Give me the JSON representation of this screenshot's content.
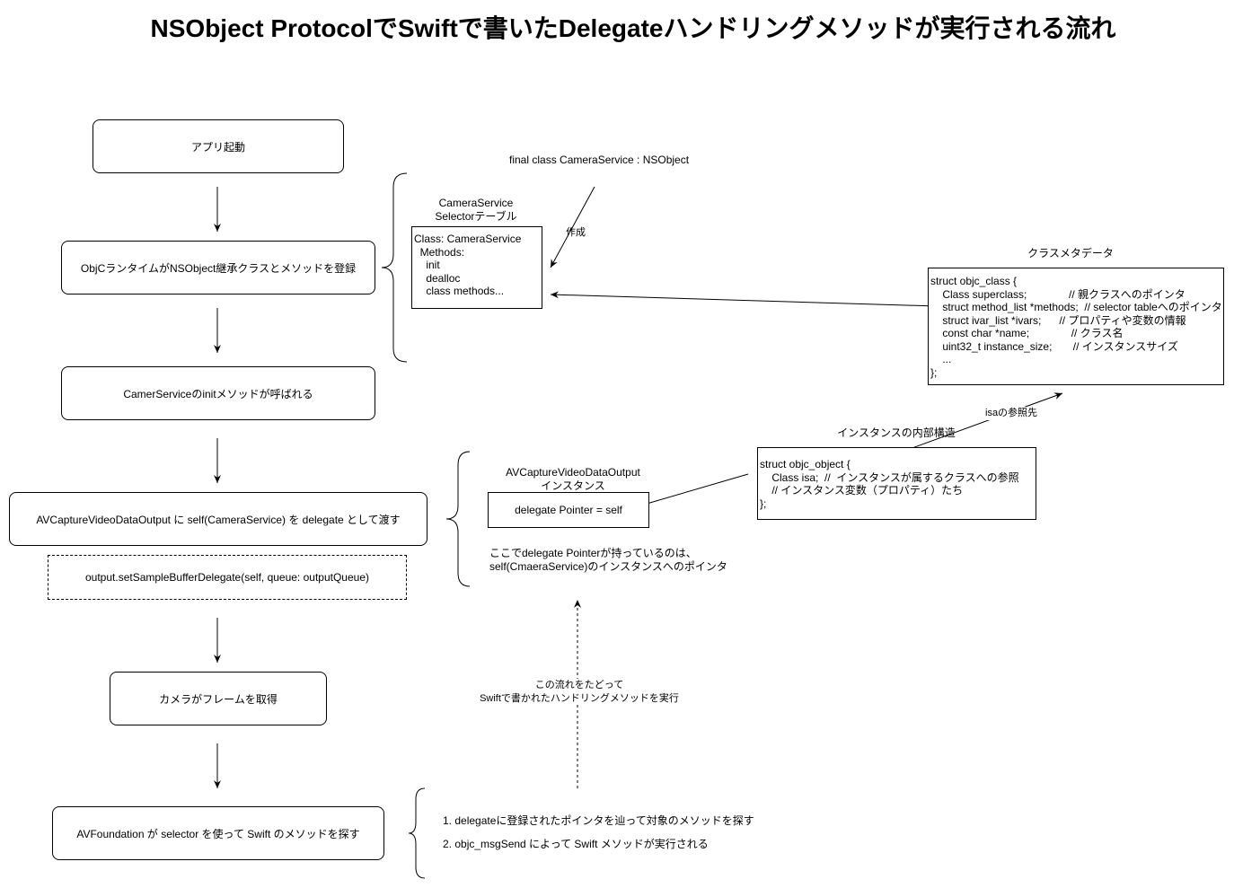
{
  "title": "NSObject ProtocolでSwiftで書いたDelegateハンドリングメソッドが実行される流れ",
  "flow": [
    "アプリ起動",
    "ObjCランタイムがNSObject継承クラスとメソッドを登録",
    "CamerServiceのinitメソッドが呼ばれる",
    "AVCaptureVideoDataOutput に self(CameraService) を delegate として渡す",
    "カメラがフレームを取得",
    "AVFoundation が selector を使って Swift のメソッドを探す"
  ],
  "code_note": "output.setSampleBufferDelegate(self, queue: outputQueue)",
  "class_decl": "final class CameraService : NSObject",
  "create_label": "作成",
  "selector_table": {
    "label_line1": "CameraService",
    "label_line2": "Selectorテーブル",
    "content": "Class: CameraService\n  Methods:\n    init\n    dealloc\n    class methods..."
  },
  "class_meta": {
    "label": "クラスメタデータ",
    "content": "struct objc_class {\n    Class superclass;              // 親クラスへのポインタ\n    struct method_list *methods;  // selector tableへのポインタ\n    struct ivar_list *ivars;      // プロパティや変数の情報\n    const char *name;              // クラス名\n    uint32_t instance_size;       // インスタンスサイズ\n    ...\n};"
  },
  "isa_label": "isaの参照先",
  "instance_struct": {
    "label": "インスタンスの内部構造",
    "content": "struct objc_object {\n    Class isa;  //  インスタンスが属するクラスへの参照\n    // インスタンス変数（プロパティ）たち\n};"
  },
  "av_output": {
    "label_line1": "AVCaptureVideoDataOutput",
    "label_line2": "インスタンス",
    "content": "delegate Pointer = self"
  },
  "pointer_note": {
    "line1": "ここでdelegate Pointerが持っているのは、",
    "line2": "self(CmaeraService)のインスタンスへのポインタ"
  },
  "trace_note": {
    "line1": "この流れをたどって",
    "line2": "Swiftで書かれたハンドリングメソッドを実行"
  },
  "steps": [
    "1. delegateに登録されたポインタを辿って対象のメソッドを探す",
    "2. objc_msgSend によって Swift メソッドが実行される"
  ]
}
